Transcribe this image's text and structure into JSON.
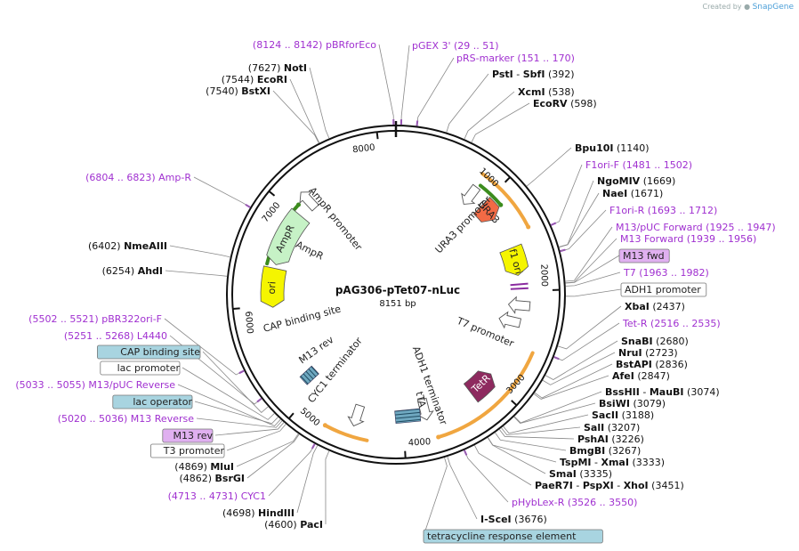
{
  "map": {
    "title": "pAG306-pTet07-nLuc",
    "length": "8151 bp",
    "total_bp": 8151,
    "ticks": [
      "1000",
      "2000",
      "3000",
      "4000",
      "5000",
      "6000",
      "7000",
      "8000"
    ],
    "credit_prefix": "Created by",
    "credit_brand": "SnapGene"
  },
  "features": [
    {
      "name": "URA3",
      "start": 995,
      "end": 1195,
      "color": "#f26a45",
      "text_color": "#222"
    },
    {
      "name": "f1 ori",
      "start": 1540,
      "end": 1835,
      "color": "#f5f500",
      "text_color": "#222"
    },
    {
      "name": "TetR",
      "start": 2940,
      "end": 3230,
      "color": "#8e2a5f",
      "text_color": "#ffffff"
    },
    {
      "name": "ori",
      "start": 5980,
      "end": 6390,
      "color": "#f5f500",
      "text_color": "#222"
    },
    {
      "name": "AmpR",
      "start": 6430,
      "end": 7010,
      "color": "#c6f2c6",
      "text_color": "#222"
    }
  ],
  "feature_labels": [
    "URA3 promoter",
    "AmpR promoter",
    "AmpR",
    "CAP binding site",
    "M13 rev",
    "CYC1 terminator",
    "ADH1 terminator",
    "T7 promoter",
    "tTA"
  ],
  "right_sites": [
    {
      "name": "PstI",
      "name2": "SbfI",
      "pos": "(392)"
    },
    {
      "name": "XcmI",
      "pos": "(538)"
    },
    {
      "name": "EcoRV",
      "pos": "(598)"
    },
    {
      "name": "Bpu10I",
      "pos": "(1140)"
    },
    {
      "name": "F1ori-F",
      "pos": "(1481 .. 1502)",
      "primer": true
    },
    {
      "name": "NgoMIV",
      "pos": "(1669)"
    },
    {
      "name": "NaeI",
      "pos": "(1671)"
    },
    {
      "name": "F1ori-R",
      "pos": "(1693 .. 1712)",
      "primer": true
    },
    {
      "name": "M13/pUC Forward",
      "pos": "(1925 .. 1947)",
      "primer": true
    },
    {
      "name": "M13 Forward",
      "pos": "(1939 .. 1956)",
      "primer": true
    },
    {
      "name": "M13 fwd",
      "pos": "",
      "box": "purple"
    },
    {
      "name": "T7",
      "pos": "(1963 .. 1982)",
      "primer": true
    },
    {
      "name": "ADH1 promoter",
      "pos": "",
      "box": "white"
    },
    {
      "name": "XbaI",
      "pos": "(2437)"
    },
    {
      "name": "Tet-R",
      "pos": "(2516 .. 2535)",
      "primer": true
    },
    {
      "name": "SnaBI",
      "pos": "(2680)"
    },
    {
      "name": "NruI",
      "pos": "(2723)"
    },
    {
      "name": "BstAPI",
      "pos": "(2836)"
    },
    {
      "name": "AfeI",
      "pos": "(2847)"
    },
    {
      "name": "BssHII",
      "name2": "MauBI",
      "pos": "(3074)"
    },
    {
      "name": "BsiWI",
      "pos": "(3079)"
    },
    {
      "name": "SacII",
      "pos": "(3188)"
    },
    {
      "name": "SalI",
      "pos": "(3207)"
    },
    {
      "name": "PshAI",
      "pos": "(3226)"
    },
    {
      "name": "BmgBI",
      "pos": "(3267)"
    },
    {
      "name": "TspMI",
      "name2": "XmaI",
      "pos": "(3333)"
    },
    {
      "name": "SmaI",
      "pos": "(3335)"
    },
    {
      "name": "PaeR7I",
      "name2": "PspXI",
      "name3": "XhoI",
      "pos": "(3451)"
    },
    {
      "name": "pHybLex-R",
      "pos": "(3526 .. 3550)",
      "primer": true
    },
    {
      "name": "I-SceI",
      "pos": "(3676)"
    },
    {
      "name": "tetracycline response element",
      "pos": "",
      "box": "blue"
    }
  ],
  "left_sites": [
    {
      "name": "pBRforEco",
      "pos": "(8124 .. 8142)",
      "primer": true
    },
    {
      "name": "NotI",
      "pos": "(7627)"
    },
    {
      "name": "EcoRI",
      "pos": "(7544)"
    },
    {
      "name": "BstXI",
      "pos": "(7540)"
    },
    {
      "name": "Amp-R",
      "pos": "(6804 .. 6823)",
      "primer": true
    },
    {
      "name": "NmeAIII",
      "pos": "(6402)"
    },
    {
      "name": "AhdI",
      "pos": "(6254)"
    },
    {
      "name": "pBR322ori-F",
      "pos": "(5502 .. 5521)",
      "primer": true
    },
    {
      "name": "L4440",
      "pos": "(5251 .. 5268)",
      "primer": true
    },
    {
      "name": "CAP binding site",
      "pos": "",
      "box": "blue"
    },
    {
      "name": "lac promoter",
      "pos": "",
      "box": "white"
    },
    {
      "name": "M13/pUC Reverse",
      "pos": "(5033 .. 5055)",
      "primer": true
    },
    {
      "name": "lac operator",
      "pos": "",
      "box": "blue"
    },
    {
      "name": "M13 Reverse",
      "pos": "(5020 .. 5036)",
      "primer": true
    },
    {
      "name": "M13 rev",
      "pos": "",
      "box": "purple"
    },
    {
      "name": "T3 promoter",
      "pos": "",
      "box": "white"
    },
    {
      "name": "MluI",
      "pos": "(4869)"
    },
    {
      "name": "BsrGI",
      "pos": "(4862)"
    },
    {
      "name": "CYC1",
      "pos": "(4713 .. 4731)",
      "primer": true
    },
    {
      "name": "HindIII",
      "pos": "(4698)"
    },
    {
      "name": "PacI",
      "pos": "(4600)"
    }
  ],
  "top_sites": [
    {
      "name": "pGEX 3'",
      "pos": "(29 .. 51)",
      "primer": true
    },
    {
      "name": "pRS-marker",
      "pos": "(151 .. 170)",
      "primer": true
    }
  ],
  "colors": {
    "primer": "#a030d0",
    "enzyme": "#111111",
    "blue_box": "#a8d4e0",
    "purple_box": "#e0b0f0",
    "backbone": "#111111",
    "orange_arc": "#f0a640",
    "green_arc": "#3c8c1e"
  }
}
